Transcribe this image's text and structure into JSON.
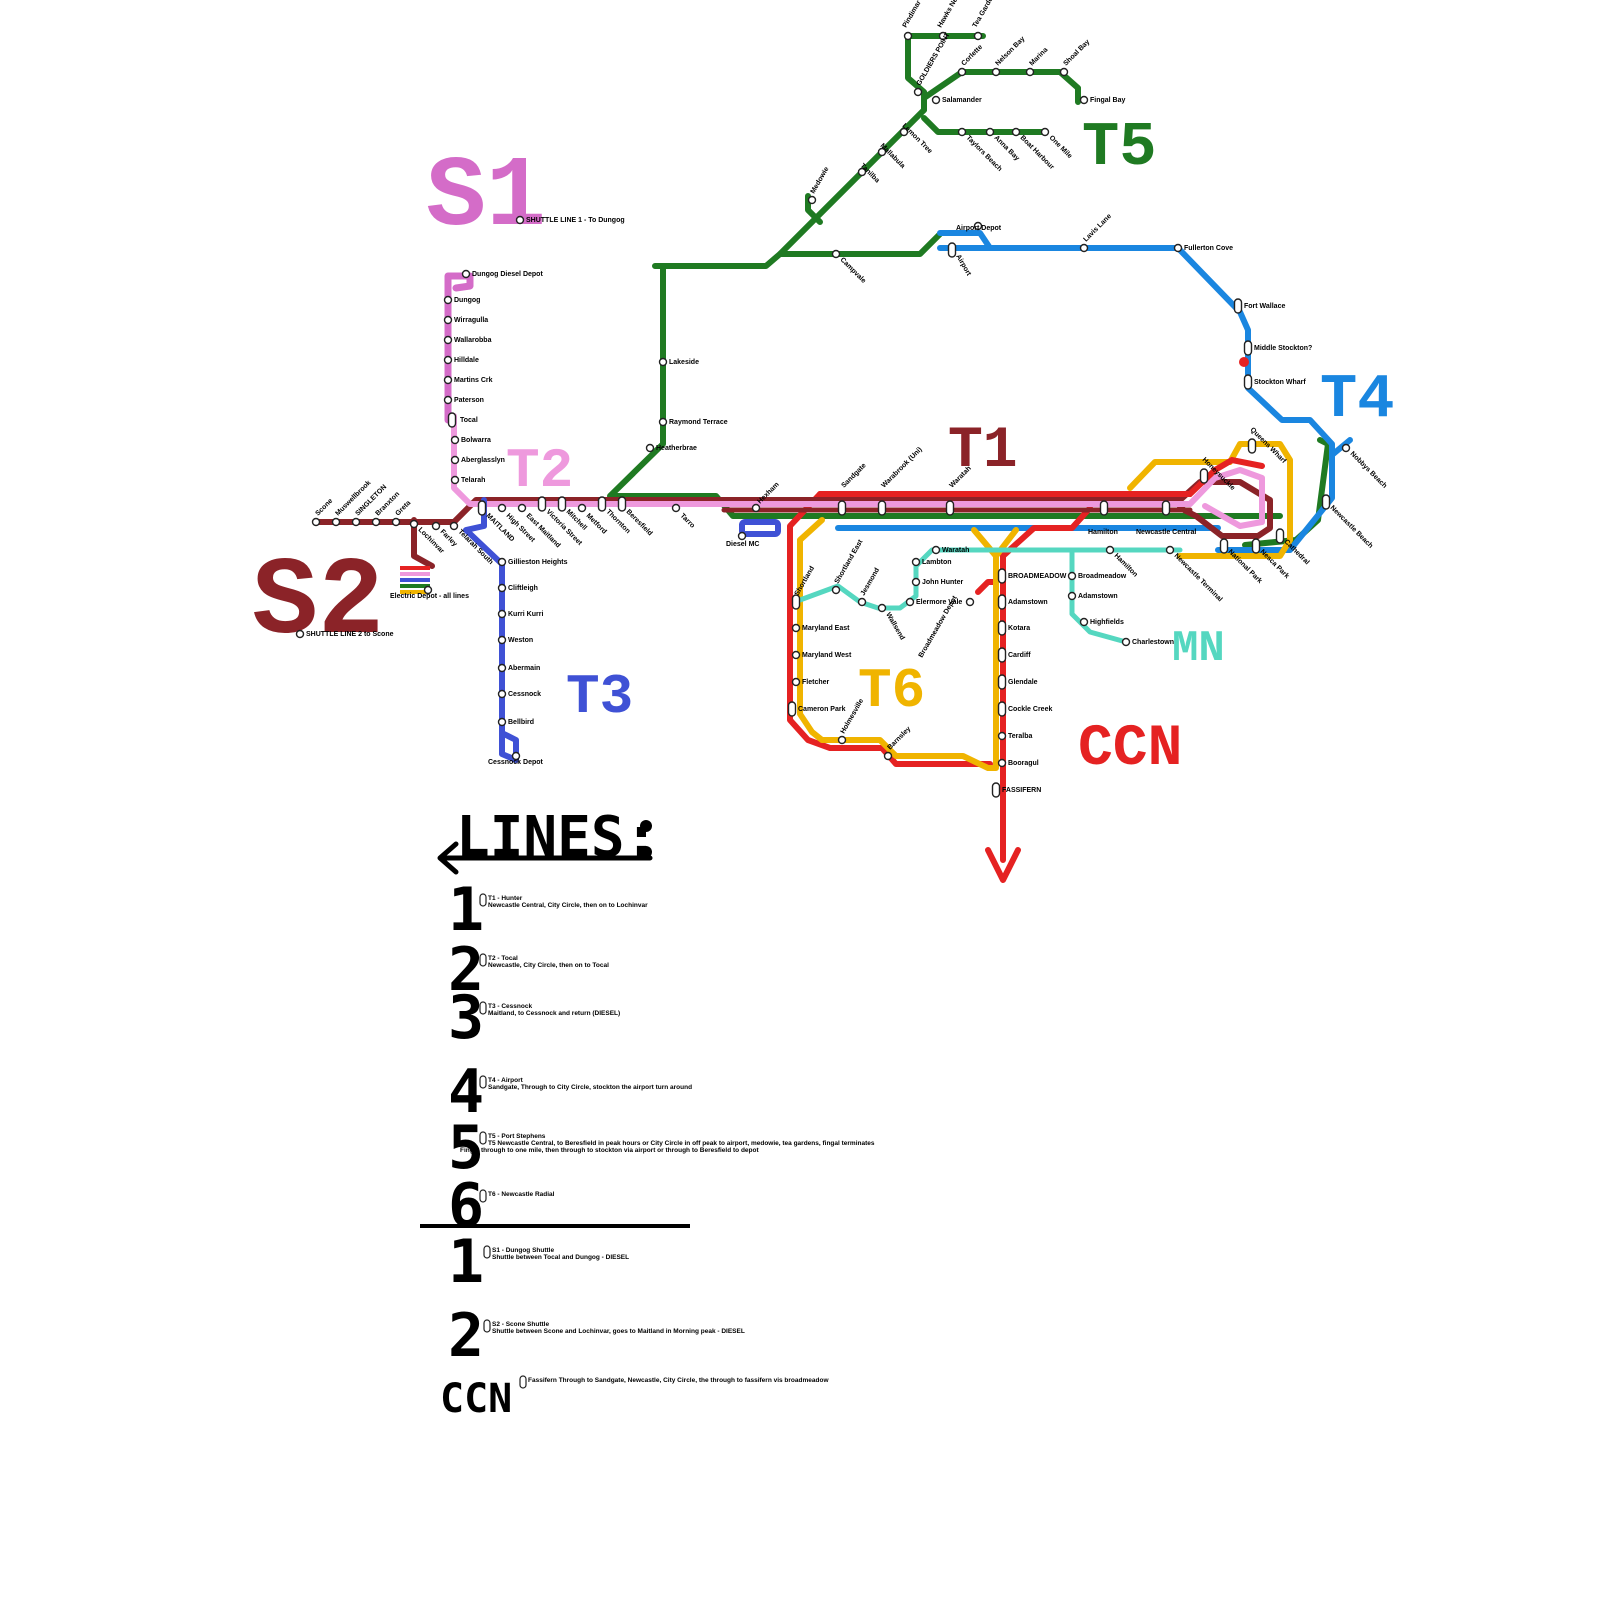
{
  "colors": {
    "t1": "#8b2328",
    "t2": "#ee99dd",
    "t3": "#3f51d5",
    "t4": "#1a86e0",
    "t5": "#1f7a22",
    "t6": "#f0b400",
    "ccn": "#e52222",
    "mn": "#55d7c0",
    "s1": "#d46cc8",
    "s2": "#8b2328",
    "red_dot": "#e52222"
  },
  "line_codes": {
    "t1": "T1",
    "t2": "T2",
    "t3": "T3",
    "t4": "T4",
    "t5": "T5",
    "t6": "T6",
    "ccn": "CCN",
    "mn": "MN",
    "s1": "S1",
    "s2": "S2"
  },
  "stations": {
    "s1_line": [
      "SHUTTLE LINE 1 - To Dungog",
      "Dungog Diesel Depot",
      "Dungog",
      "Wirragulla",
      "Wallarobba",
      "Hilldale",
      "Martins Crk",
      "Paterson",
      "Tocal"
    ],
    "t2_branch": [
      "Bolwarra",
      "Aberglasslyn",
      "Telarah"
    ],
    "s2_line": [
      "Scone",
      "Muswellbrook",
      "SINGLETON",
      "Branxton",
      "Greta",
      "Lochinvar",
      "Farley",
      "Telarah South",
      "SHUTTLE LINE 2 to Scone",
      "Electric Depot - all lines"
    ],
    "main_line": [
      "MAITLAND",
      "High Street",
      "East Maitland",
      "Victoria Street",
      "Mitchell",
      "Metford",
      "Thornton",
      "Beresfield",
      "Tarro",
      "Hexham",
      "Diesel MC",
      "Sandgate",
      "Warabrook (Uni)",
      "Waratah",
      "Hamilton",
      "Newcastle Central"
    ],
    "t3_line": [
      "Gillieston Heights",
      "Cliftleigh",
      "Kurri Kurri",
      "Weston",
      "Abermain",
      "Cessnock",
      "Bellbird",
      "Cessnock Depot"
    ],
    "t5_line": [
      "Pindimar",
      "Hawks Nest",
      "Tea Gardens",
      "GOLDIERS POINT",
      "Corlette",
      "Nelson Bay",
      "Marina",
      "Shoal Bay",
      "Fingal Bay",
      "Salamander",
      "Lemon Tree",
      "Taylors Beach",
      "Anna Bay",
      "Boat Harbour",
      "One Mile",
      "Mallabula",
      "Tanilba",
      "Medowie",
      "Campvale",
      "Lakeside",
      "Raymond Terrace",
      "Heatherbrae"
    ],
    "t4_line": [
      "Airport Depot",
      "Airport",
      "Lavis Lane",
      "Fullerton Cove",
      "Fort Wallace",
      "Middle Stockton?",
      "Stockton Wharf",
      "Nobbys Beach",
      "Newcastle Beach"
    ],
    "city_circle": [
      "Honeysuckle",
      "Queens Wharf",
      "Cathedral",
      "Nesca Park",
      "National Park"
    ],
    "ccn_line": [
      "BROADMEADOW",
      "Adamstown",
      "Kotara",
      "Cardiff",
      "Glendale",
      "Cockle Creek",
      "Teralba",
      "Booragul",
      "FASSIFERN",
      "Broadmeadow Depot"
    ],
    "t6_line": [
      "Shortland",
      "Maryland East",
      "Maryland West",
      "Fletcher",
      "Cameron Park",
      "Holmesville",
      "Barnsley",
      "Shortland East",
      "Jesmond",
      "Wallsend",
      "Elermore Vale",
      "Lambton",
      "John Hunter"
    ],
    "mn_line": [
      "Waratah",
      "Hamilton",
      "Newcastle Terminal",
      "Broadmeadow",
      "Adamstown",
      "Highfields",
      "Charlestown"
    ]
  },
  "legend": {
    "title": "LINES:",
    "entries": [
      {
        "num": "1",
        "name": "T1 - Hunter",
        "desc": "Newcastle Central, City Circle, then on to Lochinvar"
      },
      {
        "num": "2",
        "name": "T2 - Tocal",
        "desc": "Newcastle, City Circle, then on to Tocal"
      },
      {
        "num": "3",
        "name": "T3 - Cessnock",
        "desc": "Maitland, to Cessnock and return (DIESEL)"
      },
      {
        "num": "4",
        "name": "T4 - Airport",
        "desc": "Sandgate, Through to City Circle, stockton the airport turn around"
      },
      {
        "num": "5",
        "name": "T5 - Port Stephens",
        "desc": "T5 Newcastle Central, to Beresfield in peak hours or City Circle in off peak to airport, medowie, tea gardens, fingal terminates",
        "desc2": "Fingal through to one mile, then through to stockton via airport or through to Beresfield to depot"
      },
      {
        "num": "6",
        "name": "T6 - Newcastle Radial",
        "desc": ""
      }
    ],
    "shuttles": [
      {
        "num": "1",
        "name": "S1 - Dungog Shuttle",
        "desc": "Shuttle between Tocal and Dungog - DIESEL"
      },
      {
        "num": "2",
        "name": "S2 - Scone Shuttle",
        "desc": "Shuttle between Scone and Lochinvar, goes to Maitland in Morning peak - DIESEL"
      }
    ],
    "ccn": {
      "num": "CCN",
      "desc": "Fassifern Through to Sandgate, Newcastle, City Circle, the through to fassifern vis broadmeadow"
    }
  }
}
